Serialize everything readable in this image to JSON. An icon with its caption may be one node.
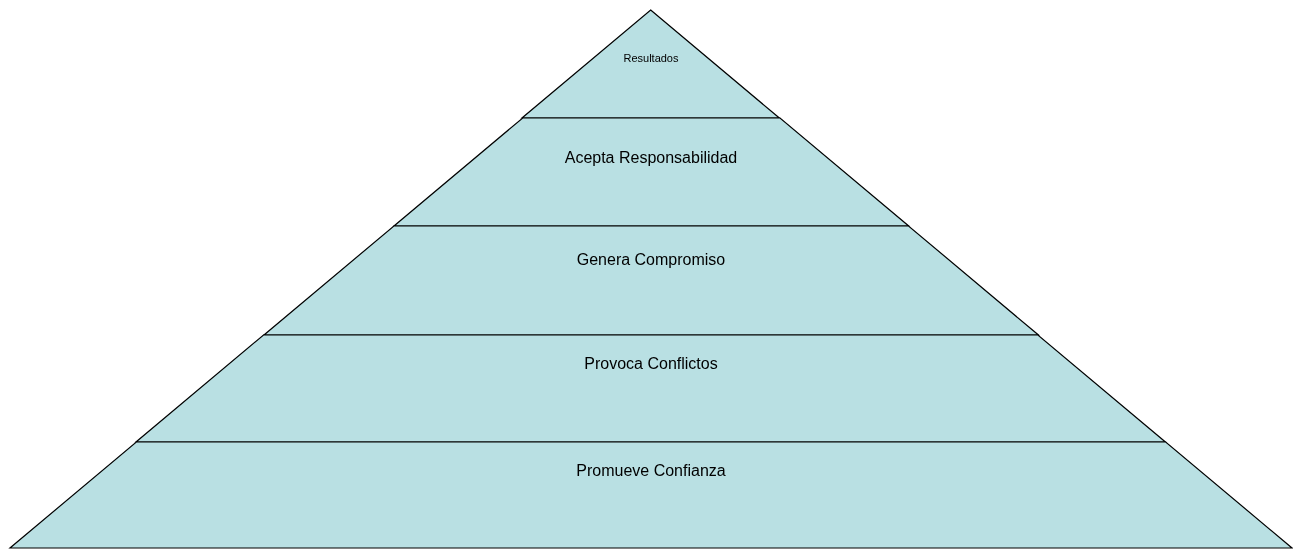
{
  "diagram": {
    "nodes": [
      {
        "text": [
          "Resultados"
        ]
      },
      {
        "text": [
          "Acepta Responsabilidad"
        ]
      },
      {
        "text": [
          "Genera Compromiso"
        ]
      },
      {
        "text": [
          "Provoca Conflictos"
        ]
      },
      {
        "text": [
          "Promueve Confianza"
        ]
      }
    ]
  }
}
